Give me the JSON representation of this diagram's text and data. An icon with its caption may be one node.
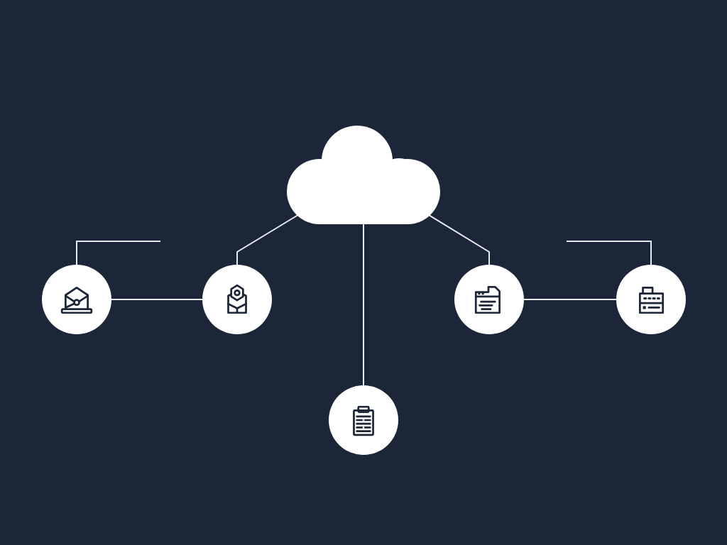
{
  "diagram": {
    "nodes": [
      {
        "text": [],
        "shape": "cloud"
      },
      {
        "text": [],
        "shape": "circle"
      },
      {
        "text": [],
        "shape": "circle"
      },
      {
        "text": [],
        "shape": "circle"
      },
      {
        "text": [],
        "shape": "circle"
      },
      {
        "text": [],
        "shape": "circle"
      }
    ],
    "edges": [
      {
        "from": 0,
        "to": 2,
        "arrow": "none"
      },
      {
        "from": 0,
        "to": 3,
        "arrow": "none"
      },
      {
        "from": 0,
        "to": 4,
        "arrow": "none"
      },
      {
        "from": 1,
        "to": 2,
        "arrow": "none"
      },
      {
        "from": 4,
        "to": 5,
        "arrow": "none"
      },
      {
        "from": 1,
        "to": null,
        "arrow": "none"
      },
      {
        "from": 5,
        "to": null,
        "arrow": "none"
      }
    ]
  }
}
